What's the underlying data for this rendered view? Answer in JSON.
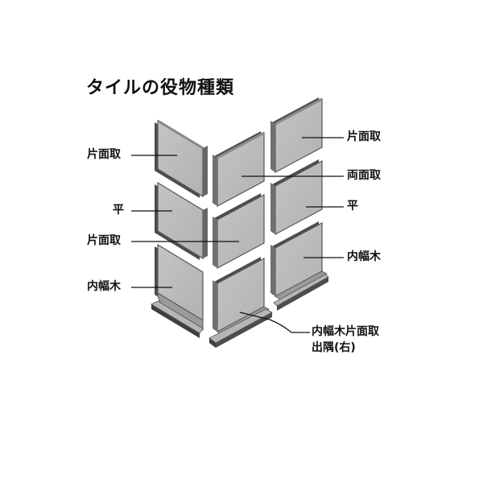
{
  "title": "タイルの役物種類",
  "labels": {
    "left_top": "片面取",
    "left_flat": "平",
    "left_mid": "片面取",
    "left_base": "内幅木",
    "right_top": "片面取",
    "right_both": "両面取",
    "right_flat": "平",
    "right_base": "内幅木",
    "corner_line1": "内幅木片面取",
    "corner_line2": "出隅(右)"
  },
  "colors": {
    "tile_face": "#b9b9b9",
    "tile_edge": "#5a5a5a",
    "tile_shadow": "#8a8a8a",
    "line": "#111111"
  }
}
